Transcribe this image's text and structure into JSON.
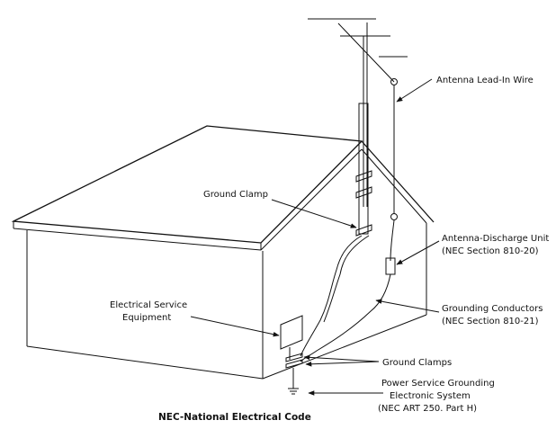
{
  "labels": {
    "antenna_lead_in": "Antenna Lead-In Wire",
    "ground_clamp": "Ground Clamp",
    "discharge_unit_1": "Antenna-Discharge Unit",
    "discharge_unit_2": "(NEC Section 810-20)",
    "electrical_service_1": "Electrical Service",
    "electrical_service_2": "Equipment",
    "grounding_conductors_1": "Grounding Conductors",
    "grounding_conductors_2": "(NEC Section 810-21)",
    "ground_clamps": "Ground Clamps",
    "power_service_1": "Power Service Grounding",
    "power_service_2": "Electronic System",
    "power_service_3": "(NEC ART 250. Part H)"
  },
  "caption": "NEC-National Electrical Code"
}
